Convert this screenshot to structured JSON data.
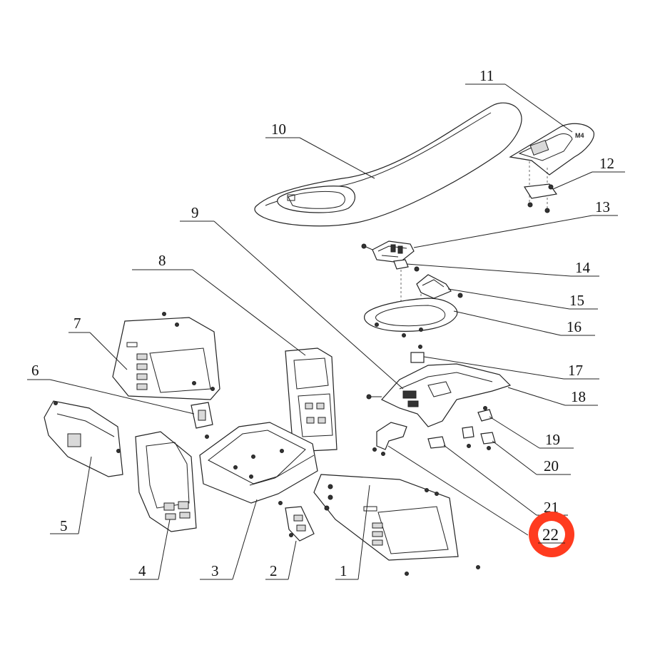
{
  "callouts": [
    {
      "id": "1",
      "label": "1"
    },
    {
      "id": "2",
      "label": "2"
    },
    {
      "id": "3",
      "label": "3"
    },
    {
      "id": "4",
      "label": "4"
    },
    {
      "id": "5",
      "label": "5"
    },
    {
      "id": "6",
      "label": "6"
    },
    {
      "id": "7",
      "label": "7"
    },
    {
      "id": "8",
      "label": "8"
    },
    {
      "id": "9",
      "label": "9"
    },
    {
      "id": "10",
      "label": "10"
    },
    {
      "id": "11",
      "label": "11"
    },
    {
      "id": "12",
      "label": "12"
    },
    {
      "id": "13",
      "label": "13"
    },
    {
      "id": "14",
      "label": "14"
    },
    {
      "id": "15",
      "label": "15"
    },
    {
      "id": "16",
      "label": "16"
    },
    {
      "id": "17",
      "label": "17"
    },
    {
      "id": "18",
      "label": "18"
    },
    {
      "id": "19",
      "label": "19"
    },
    {
      "id": "20",
      "label": "20"
    },
    {
      "id": "21",
      "label": "21"
    },
    {
      "id": "22",
      "label": "22"
    }
  ],
  "highlight": {
    "label": "22",
    "color": "#ff3b1f"
  },
  "seat_logo": "M4"
}
